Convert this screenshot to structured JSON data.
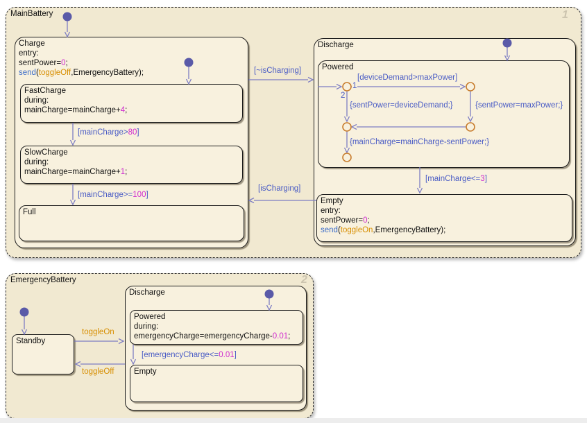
{
  "colors": {
    "container_fill": "#f1e9d1",
    "state_fill": "#f8f1de",
    "state_border": "#1c1c1c",
    "transition_line": "#7d7dc3",
    "label_blue": "#4a5cc5",
    "number_magenta": "#cf2bcf",
    "event_orange": "#d78e00",
    "keyword_blue": "#3a6bc9",
    "junction_orange": "#c87d2e",
    "default_dot_blue": "#5a5aa8",
    "badge_gray": "#ccc4af"
  },
  "main_battery": {
    "title": "MainBattery",
    "badge": "1",
    "charge": {
      "title": "Charge",
      "entry_label": "entry:",
      "set_pre": "sentPower=",
      "set_num": "0",
      "set_post": ";",
      "send_kw": "send",
      "send_open": "(",
      "send_event": "toggleOff",
      "send_rest": ",EmergencyBattery);"
    },
    "fast_charge": {
      "title": "FastCharge",
      "during_label": "during:",
      "expr_pre": "mainCharge=mainCharge+",
      "expr_num": "4",
      "expr_post": ";"
    },
    "slow_charge": {
      "title": "SlowCharge",
      "during_label": "during:",
      "expr_pre": "mainCharge=mainCharge+",
      "expr_num": "1",
      "expr_post": ";"
    },
    "full": {
      "title": "Full"
    },
    "discharge": {
      "title": "Discharge",
      "powered": {
        "title": "Powered"
      },
      "empty": {
        "title": "Empty",
        "entry_label": "entry:",
        "set_pre": "sentPower=",
        "set_num": "0",
        "set_post": ";",
        "send_kw": "send",
        "send_open": "(",
        "send_event": "toggleOn",
        "send_rest": ",EmergencyBattery);"
      }
    },
    "transitions": {
      "charge_to_discharge": "[~isCharging]",
      "discharge_to_charge": "[isCharging]",
      "fast_to_slow_pre": "[mainCharge>",
      "fast_to_slow_num": "80",
      "fast_to_slow_post": "]",
      "slow_to_full_pre": "[mainCharge>=",
      "slow_to_full_num": "100",
      "slow_to_full_post": "]",
      "powered_to_empty_pre": "[mainCharge<=",
      "powered_to_empty_num": "3",
      "powered_to_empty_post": "]",
      "demand_condition": "[deviceDemand>maxPower]",
      "priority_1": "1",
      "priority_2": "2",
      "action_sent_demand": "{sentPower=deviceDemand;}",
      "action_sent_max": "{sentPower=maxPower;}",
      "action_drain": "{mainCharge=mainCharge-sentPower;}"
    }
  },
  "emergency_battery": {
    "title": "EmergencyBattery",
    "badge": "2",
    "standby": {
      "title": "Standby"
    },
    "discharge": {
      "title": "Discharge",
      "powered": {
        "title": "Powered",
        "during_label": "during:",
        "expr_pre": "emergencyCharge=emergencyCharge-",
        "expr_num": "0.01",
        "expr_post": ";"
      },
      "empty": {
        "title": "Empty"
      }
    },
    "transitions": {
      "toggle_on": "toggleOn",
      "toggle_off": "toggleOff",
      "powered_to_empty_pre": "[emergencyCharge<=",
      "powered_to_empty_num": "0.01",
      "powered_to_empty_post": "]"
    }
  }
}
